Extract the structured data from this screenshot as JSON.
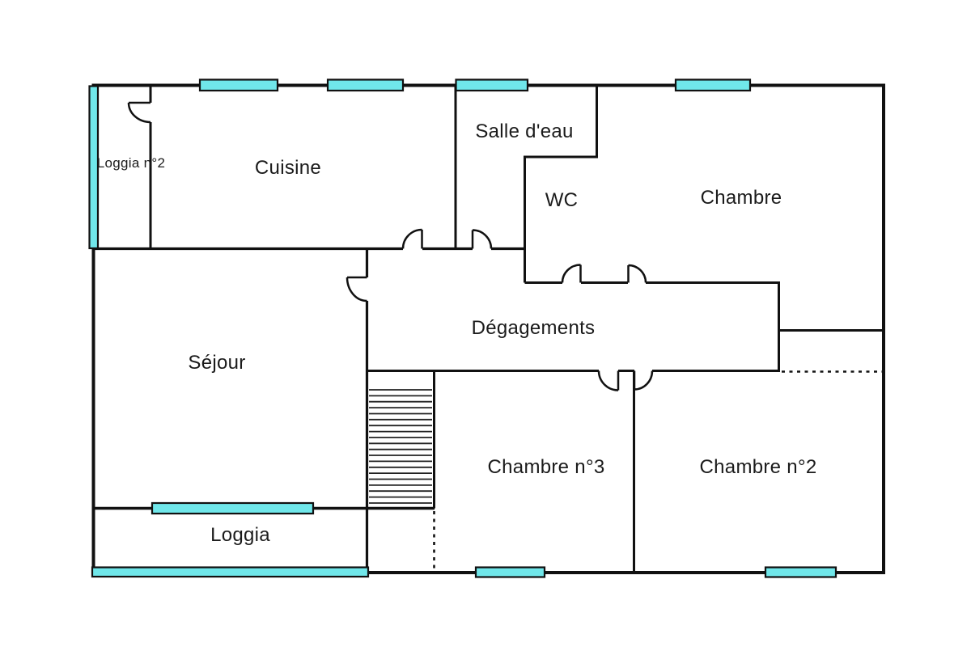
{
  "plan": {
    "rooms": {
      "loggia_n2": "Loggia n°2",
      "cuisine": "Cuisine",
      "salle_deau": "Salle d'eau",
      "wc": "WC",
      "chambre": "Chambre",
      "degagements": "Dégagements",
      "sejour": "Séjour",
      "chambre_n3": "Chambre n°3",
      "chambre_n2": "Chambre n°2",
      "loggia": "Loggia"
    },
    "colors": {
      "wall": "#111111",
      "window": "#70e7ea",
      "background": "#ffffff",
      "text": "#1b1b1b"
    }
  }
}
